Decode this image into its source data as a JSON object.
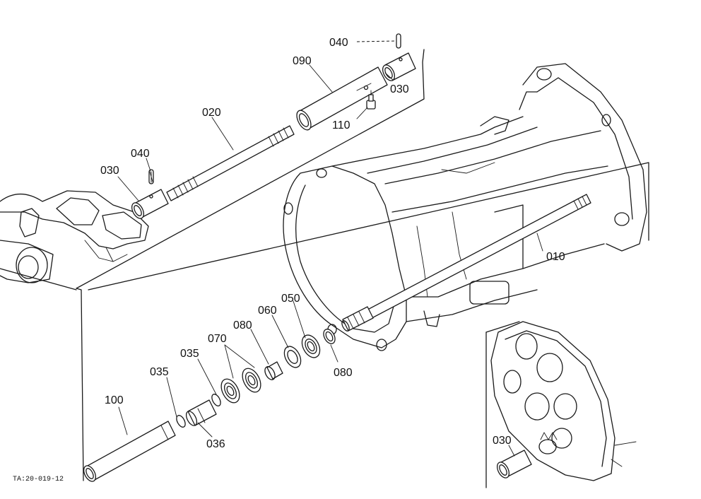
{
  "callouts": {
    "c040_top": "040",
    "c090": "090",
    "c030_top": "030",
    "c110": "110",
    "c020": "020",
    "c040_left": "040",
    "c030_left": "030",
    "c010": "010",
    "c050": "050",
    "c060": "060",
    "c080_upper": "080",
    "c070": "070",
    "c035_a": "035",
    "c035_b": "035",
    "c080_lower": "080",
    "c100": "100",
    "c036": "036",
    "c030_bottom": "030"
  },
  "figure_code": "TA:20-019-12",
  "colors": {
    "ink": "#1a1a1a",
    "paper": "#ffffff"
  }
}
